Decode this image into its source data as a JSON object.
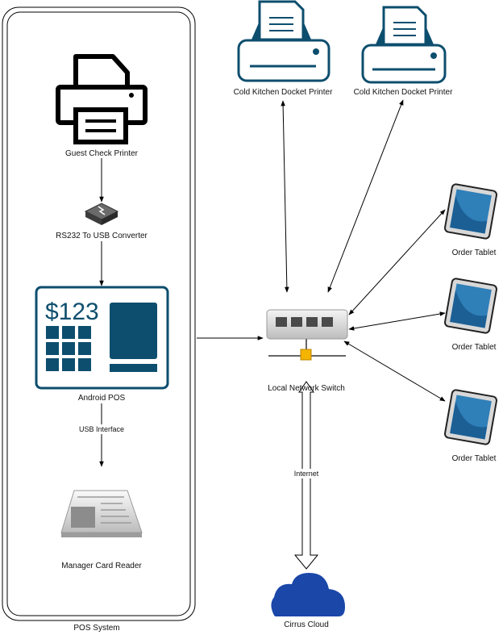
{
  "colors": {
    "primary": "#0d4e6e",
    "stroke": "#000000",
    "tablet_screen": "#2f7fb8",
    "cloud": "#1a47a8"
  },
  "nodes": {
    "guest_printer": {
      "label": "Guest Check Printer",
      "icon": "printer-icon"
    },
    "converter": {
      "label": "RS232 To USB Converter",
      "icon": "converter-icon"
    },
    "android_pos": {
      "label": "Android POS",
      "icon": "pos-terminal-icon",
      "amount": "$123"
    },
    "card_reader": {
      "label": "Manager Card Reader",
      "icon": "card-reader-icon"
    },
    "pos_system": {
      "label": "POS System"
    },
    "docket_printer_1": {
      "label": "Cold Kitchen Docket Printer",
      "icon": "printer-icon"
    },
    "docket_printer_2": {
      "label": "Cold Kitchen Docket Printer",
      "icon": "printer-icon"
    },
    "switch": {
      "label": "Local Network Switch",
      "icon": "network-switch-icon"
    },
    "tablet_1": {
      "label": "Order Tablet",
      "icon": "tablet-icon"
    },
    "tablet_2": {
      "label": "Order Tablet",
      "icon": "tablet-icon"
    },
    "tablet_3": {
      "label": "Order Tablet",
      "icon": "tablet-icon"
    },
    "cloud": {
      "label": "Cirrus Cloud",
      "icon": "cloud-icon"
    }
  },
  "edges": {
    "usb_interface": "USB Interface",
    "internet": "Internet"
  }
}
